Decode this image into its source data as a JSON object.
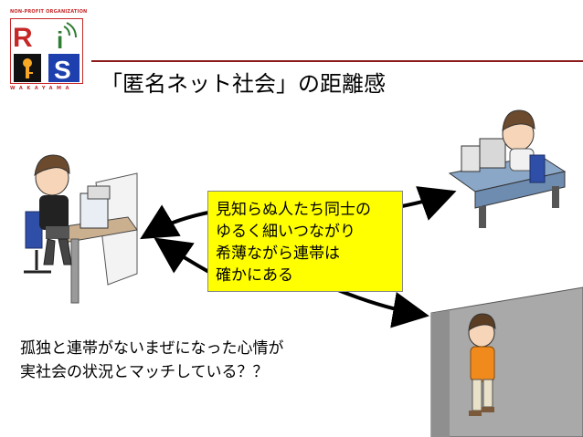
{
  "logo": {
    "top_text": "NON-PROFIT ORGANIZATION",
    "bottom_text": "WAKAYAMA",
    "letters": [
      "R",
      "i",
      "S"
    ],
    "colors": {
      "red": "#c62828",
      "green": "#2e7d32",
      "blue": "#1e40af",
      "black": "#111111",
      "gold": "#f9a825"
    }
  },
  "slide": {
    "title": "「匿名ネット社会」の距離感",
    "title_rule_color": "#8d1b1b"
  },
  "callout": {
    "background": "#ffff00",
    "lines": [
      "見知らぬ人たち同士の",
      "ゆるく細いつながり",
      "希薄ながら連帯は",
      "確かにある"
    ]
  },
  "caption": {
    "lines": [
      "孤独と連帯がないまぜになった心情が",
      "実社会の状況とマッチしている？？"
    ]
  },
  "illustrations": {
    "left": "person-at-desk-left",
    "top_right": "person-at-desk-right",
    "bottom_right": "person-leaning-on-wall"
  }
}
